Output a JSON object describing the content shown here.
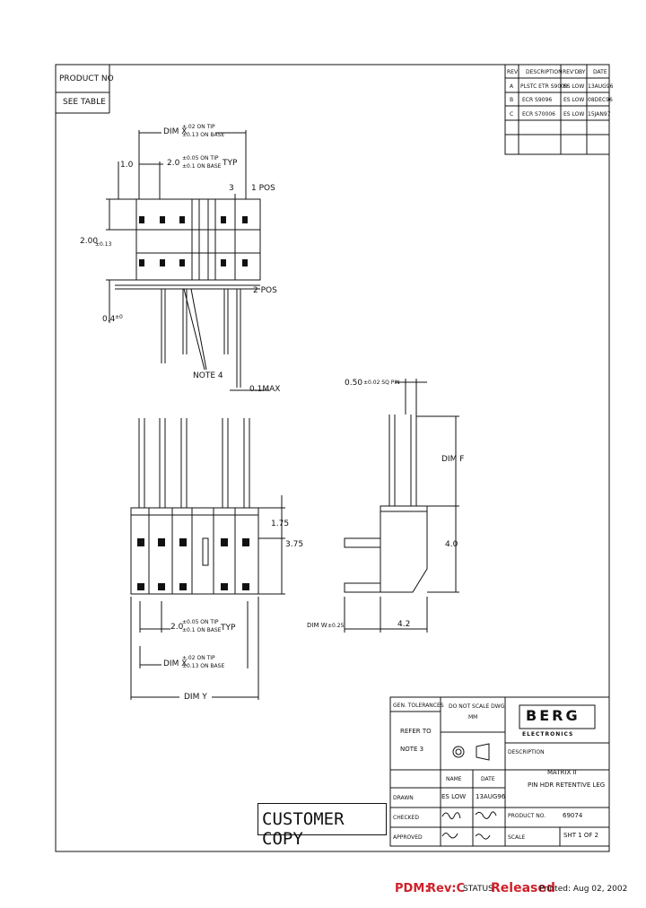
{
  "product_no": {
    "label": "PRODUCT NO",
    "value": "SEE TABLE"
  },
  "revisions": {
    "headers": [
      "REV",
      "DESCRIPTION",
      "REV'D",
      "BY",
      "DATE"
    ],
    "rows": [
      {
        "rev": "A",
        "desc": "PLSTC ETR S9009",
        "by": "ES LOW",
        "date": "13AUG96"
      },
      {
        "rev": "B",
        "desc": "ECR S9096",
        "by": "ES LOW",
        "date": "08DEC96"
      },
      {
        "rev": "C",
        "desc": "ECR S70006",
        "by": "ES LOW",
        "date": "15JAN97"
      }
    ]
  },
  "dims": {
    "dim_x_top": "DIM X",
    "x_tol_tip": "±.02 ON TIP",
    "x_tol_base": "±0.13 ON BASE",
    "pitch_top": "2.0",
    "pitch_tol_tip": "±0.05 ON TIP",
    "pitch_tol_base": "±0.1 ON BASE",
    "typ": "TYP",
    "d_1_0": "1.0",
    "pos3": "3",
    "pos1": "1 POS",
    "d_2_00": "2.00",
    "d_2_00_tol": "±0.13",
    "pos2": "2 POS",
    "d_0_4": "0.4",
    "d_0_4_tol": "±0",
    "note4": "NOTE 4",
    "d_0_1max": "0.1MAX",
    "sq_pin": "0.50",
    "sq_pin_tol": "±0.02 SQ PIN",
    "dim_f": "DIM F",
    "d_1_75": "1.75",
    "d_3_75": "3.75",
    "d_4_0": "4.0",
    "dim_w": "DIM W",
    "dim_w_tol": "±0.25",
    "d_4_2": "4.2",
    "dim_x_bottom": "DIM X",
    "dim_y": "DIM Y"
  },
  "title_block": {
    "gen_tol": "GEN. TOLERANCES",
    "refer_to": "REFER TO",
    "note": "NOTE 3",
    "do_not_scale": "DO NOT SCALE DWG",
    "mm": "MM",
    "company": "BERG",
    "company_sub": "ELECTRONICS",
    "description_label": "DESCRIPTION",
    "desc_line1": "MATRIX II",
    "desc_line2": "PIN HDR RETENTIVE LEG",
    "name_h": "NAME",
    "date_h": "DATE",
    "drawn": "DRAWN",
    "drawn_name": "ES LOW",
    "drawn_date": "13AUG96",
    "checked": "CHECKED",
    "approved": "APPROVED",
    "product_no_label": "PRODUCT NO.",
    "product_no_value": "69074",
    "scale": "SCALE",
    "sheet": "SHT 1 OF 2"
  },
  "stamp": "CUSTOMER COPY",
  "footer": {
    "pdm_label": "PDM:",
    "rev": "Rev:C",
    "status_label": "STATUS",
    "status": "Released",
    "printed": "Printed: Aug 02, 2002"
  }
}
